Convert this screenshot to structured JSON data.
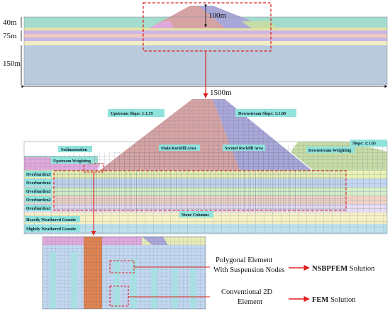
{
  "overview": {
    "dim_40": "40m",
    "dim_75": "75m",
    "dim_150": "150m",
    "dim_100": "100m",
    "dim_1500": "1500m"
  },
  "labels": {
    "upstream_slope": "Upstream Slope: 1:1.55",
    "downstream_slope": "Downstream Slope: 1:1.80",
    "slope_right": "Slope: 1:1.85",
    "sedimentation": "Sedimentation",
    "main_rockfill": "Main Rockfill Area",
    "second_rockfill": "Second Rockfill Area",
    "downstream_weighting": "Downstream Weighting",
    "upstream_weighting": "Upstream Weighting",
    "overburden5": "Overburden5",
    "overburden4": "Overburden4",
    "overburden3": "Overburden3",
    "overburden2": "Overburden2",
    "overburden1": "Overburden1",
    "stone_columns": "Stone Columns",
    "heavily_weathered": "Heavily Weathered Granite",
    "slightly_weathered": "Slightly Weathered Granite"
  },
  "detail": {
    "polygonal_line1": "Polygonal Element",
    "polygonal_line2": "With Suspension Nodes",
    "nsbpfem_bold": "NSBPFEM",
    "nsbpfem_rest": " Solution",
    "conventional_line1": "Conventional 2D",
    "conventional_line2": "Element",
    "fem_bold": "FEM",
    "fem_rest": " Solution"
  },
  "colors": {
    "highlight_red": "#e02020",
    "label_bg": "#8fe3dc",
    "main_rockfill": "#d6a3a4",
    "second_rockfill": "#a9a6d8",
    "sedimentation": "#a4d9cf",
    "downstream_weighting": "#c6dca6",
    "upstream_weighting": "#e0a9dc",
    "overburden5": "#e9f2b4",
    "overburden4": "#c3d7f0",
    "overburden3": "#d4eec9",
    "overburden2": "#f0d3c4",
    "overburden1": "#e6dcf3",
    "heavily_weathered": "#f5efc4",
    "slightly_weathered": "#bde0ec",
    "bedrock": "#b7c8dc",
    "stone_column": "#a7dfe2",
    "column_orange": "#e3834e"
  }
}
